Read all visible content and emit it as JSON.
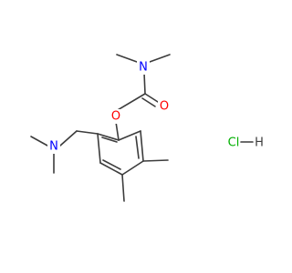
{
  "molecule": {
    "atoms": {
      "dimethylamino_n": {
        "symbol": "N",
        "color": "#0000ff"
      },
      "carbamate_n": {
        "symbol": "N",
        "color": "#0000ff"
      },
      "ester_o": {
        "symbol": "O",
        "color": "#ff0000"
      },
      "carbonyl_o": {
        "symbol": "O",
        "color": "#ff0000"
      }
    },
    "salt": {
      "cl": {
        "symbol": "Cl",
        "color": "#00b000"
      },
      "h": {
        "symbol": "H",
        "color": "#3c3c3c"
      }
    }
  }
}
